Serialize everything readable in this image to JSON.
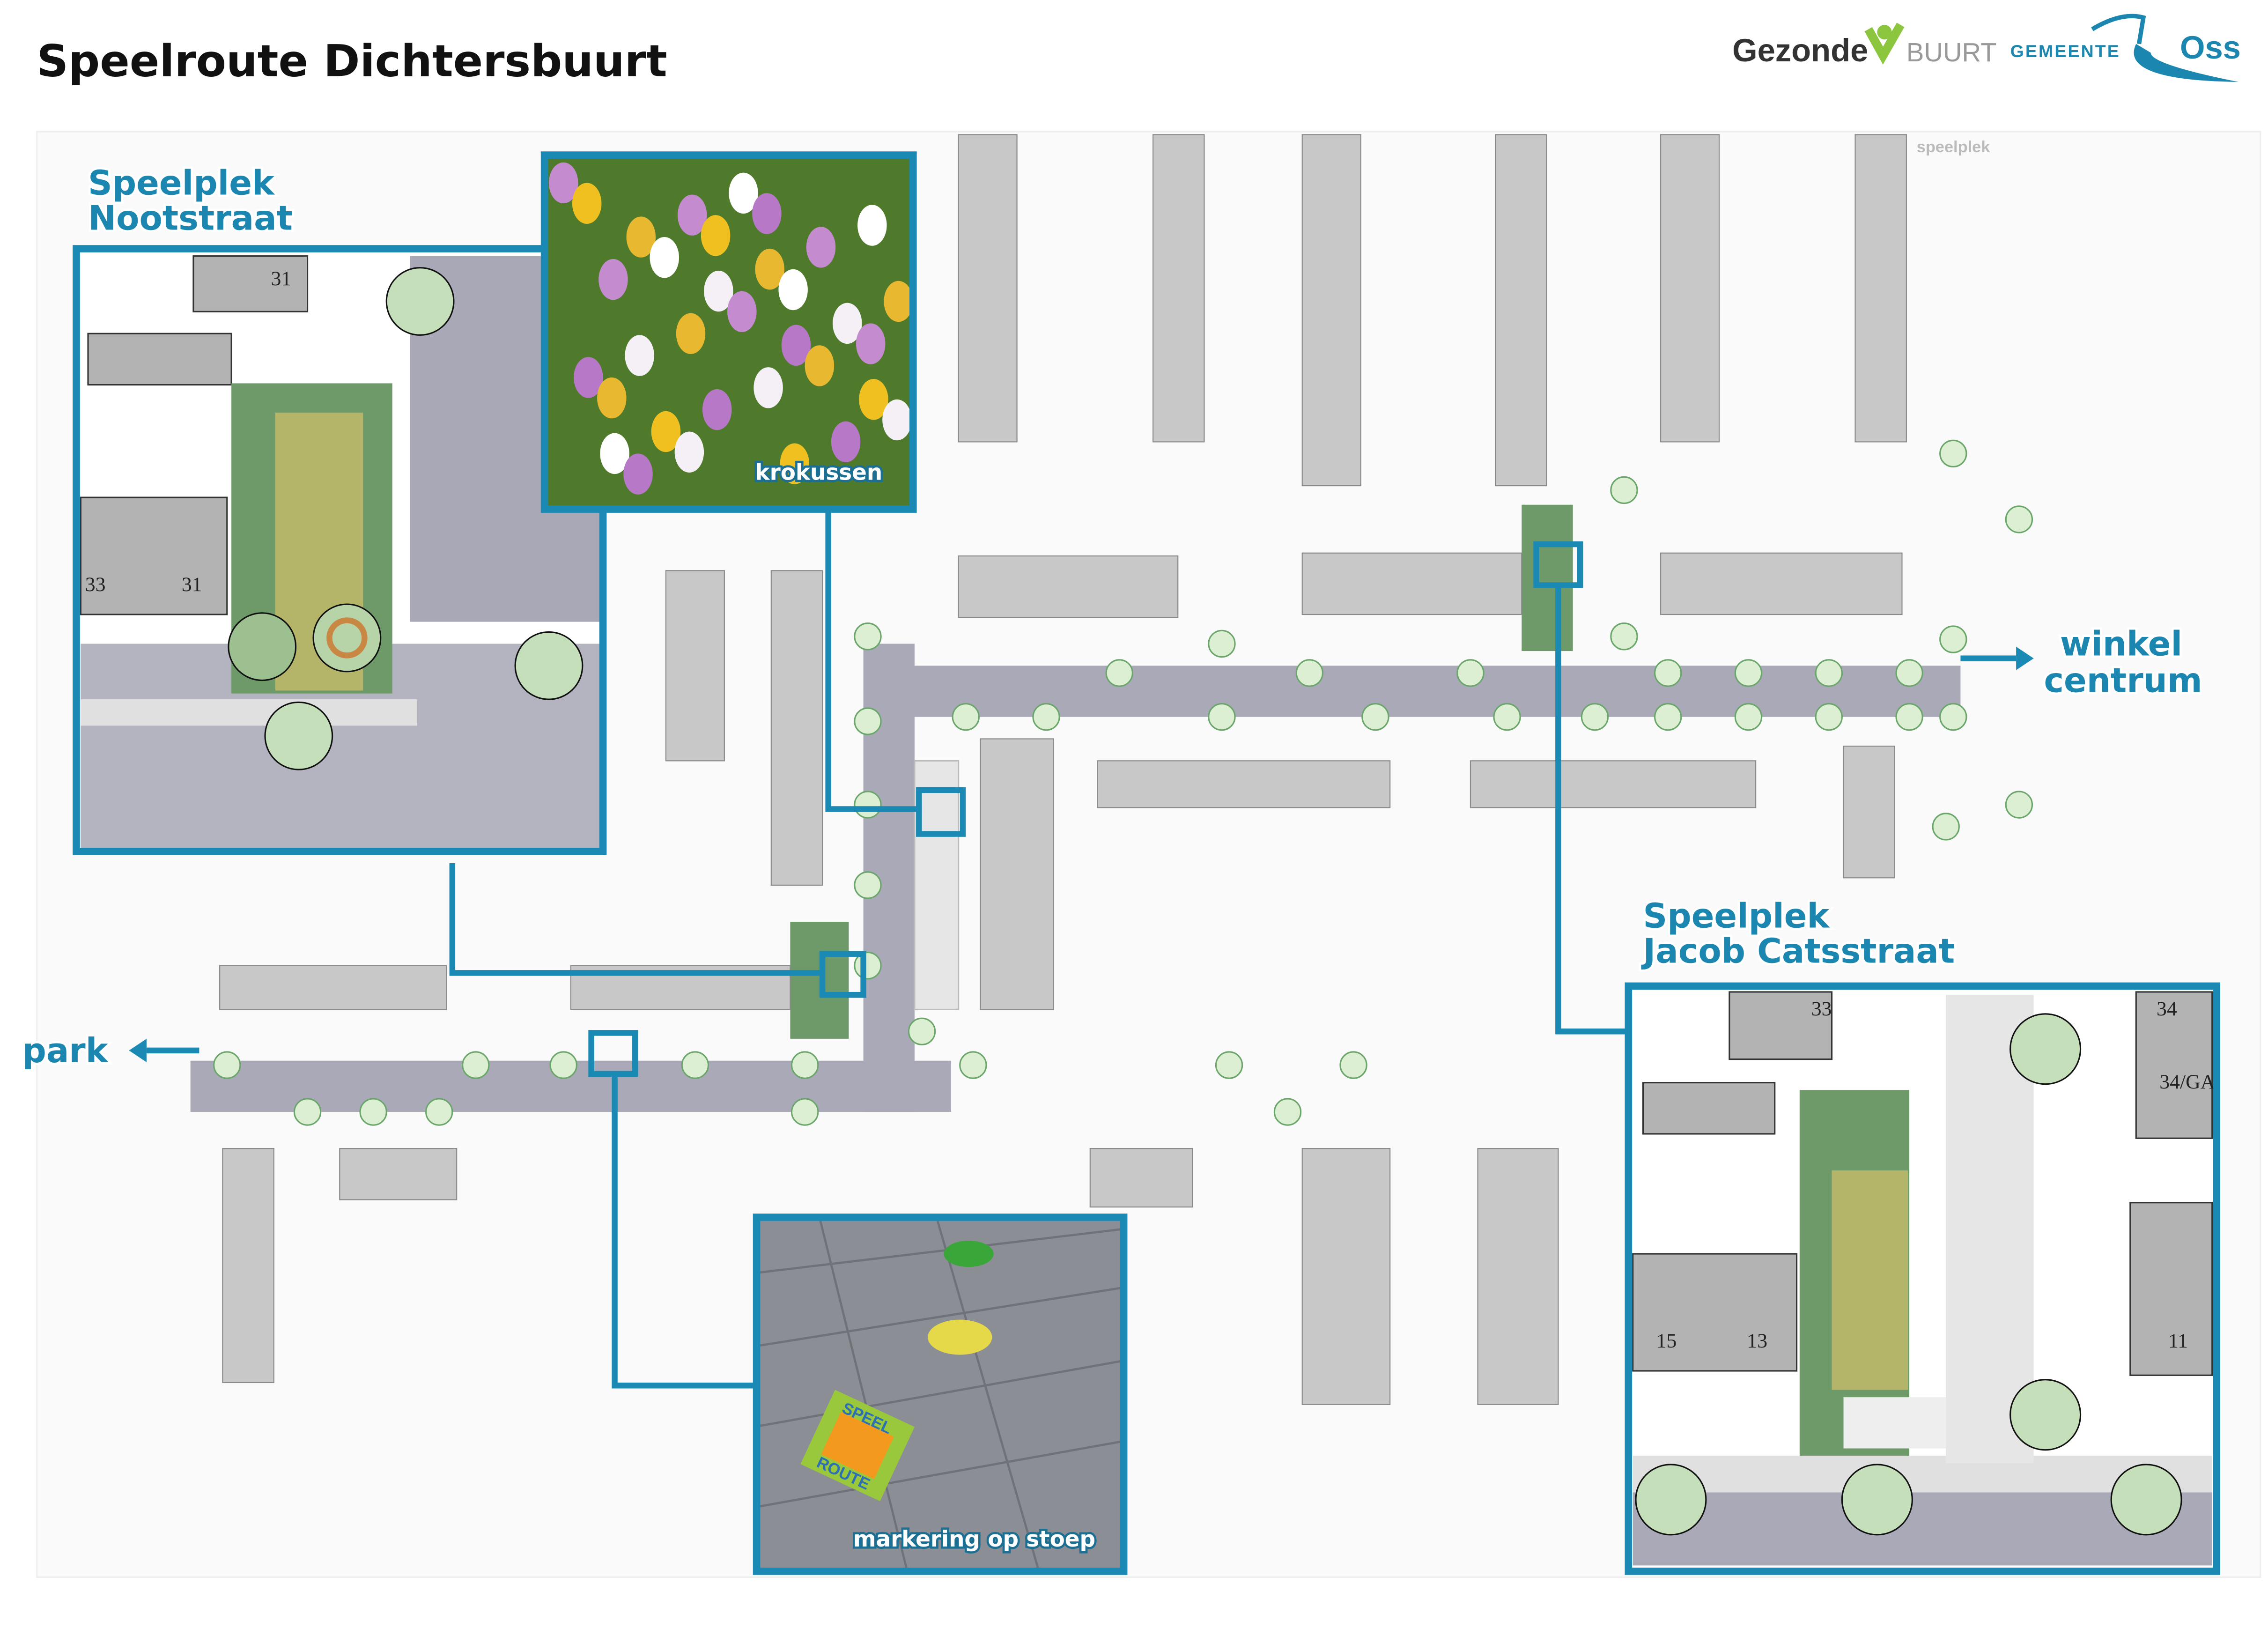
{
  "header": {
    "title": "Speelroute Dichtersbuurt",
    "logo_gezonde": "Gezonde",
    "logo_buurt": "BUURT",
    "logo_gemeente": "Gemeente",
    "logo_oss": "Oss"
  },
  "map": {
    "corner_label": "speelplek",
    "directions": [
      {
        "label_lines": [
          "winkel",
          "centrum"
        ],
        "arrow": "arrow-right"
      },
      {
        "label_lines": [
          "park"
        ],
        "arrow": "arrow-left"
      }
    ]
  },
  "insets": {
    "nootstraat": {
      "title_lines": [
        "Speelplek",
        "Nootstraat"
      ],
      "house_numbers": [
        "31",
        "33",
        "31"
      ]
    },
    "jacob_cats": {
      "title_lines": [
        "Speelplek",
        "Jacob Catsstraat"
      ],
      "house_numbers": [
        "33",
        "34",
        "34/GA",
        "15",
        "13",
        "11"
      ]
    }
  },
  "photos": {
    "krokussen": {
      "caption": "krokussen"
    },
    "markering": {
      "caption": "markering op stoep",
      "tile_text": [
        "SPEEL",
        "ROUTE"
      ]
    }
  },
  "colors": {
    "accent": "#1a8ab5",
    "green": "#8cc63f",
    "road": "#a9a9b8",
    "park": "#6e9a6a",
    "sand": "#b5b56a"
  }
}
